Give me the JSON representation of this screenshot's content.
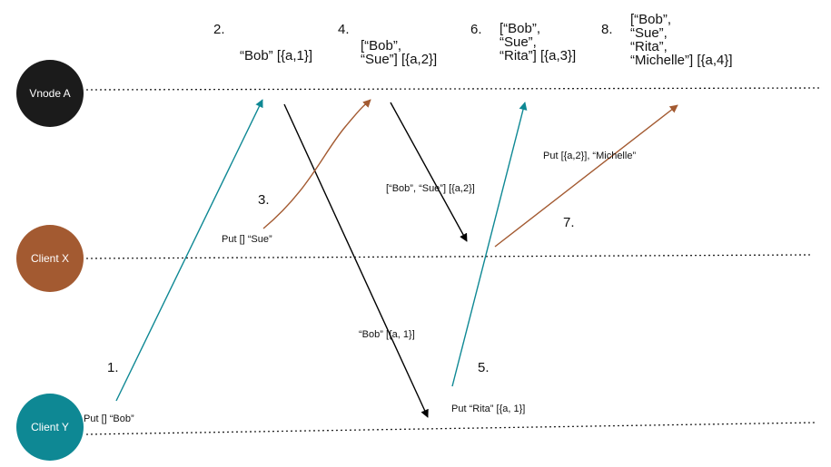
{
  "nodes": {
    "vnode_a": {
      "label": "Vnode A",
      "color": "#1b1b1b"
    },
    "client_x": {
      "label": "Client X",
      "color": "#a35a31"
    },
    "client_y": {
      "label": "Client Y",
      "color": "#0e8894"
    }
  },
  "colors": {
    "teal": "#0e8894",
    "brown": "#a35a31",
    "black": "#000000"
  },
  "steps": {
    "s1": "1.",
    "s2": "2.",
    "s3": "3.",
    "s4": "4.",
    "s5": "5.",
    "s6": "6.",
    "s7": "7.",
    "s8": "8."
  },
  "states": {
    "state2": "“Bob” [{a,1}]",
    "state4": "[“Bob”,\n“Sue”] [{a,2}]",
    "state6": "[“Bob”,\n“Sue”,\n“Rita”] [{a,3}]",
    "state8": "[“Bob”,\n“Sue”,\n“Rita”,\n“Michelle”] [{a,4}]"
  },
  "messages": {
    "put_bob": "Put [] “Bob”",
    "put_sue": "Put [] “Sue”",
    "reply_bob_sue": "[“Bob”, “Sue”] [{a,2}]",
    "reply_bob": "“Bob” [{a, 1}]",
    "put_rita": "Put “Rita” [{a, 1}]",
    "put_michelle": "Put [{a,2}], “Michelle”"
  }
}
